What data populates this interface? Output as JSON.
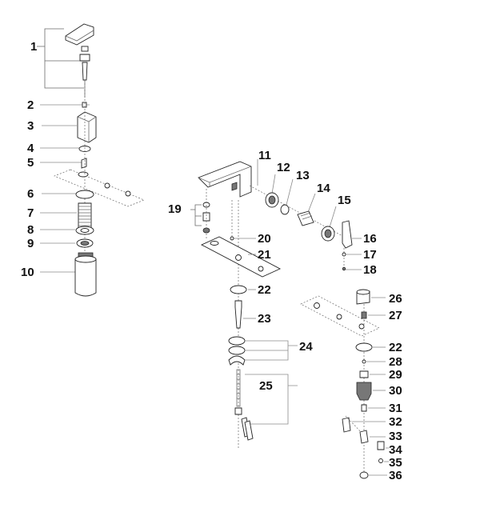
{
  "colors": {
    "line": "#6a6a6a",
    "text": "#111111",
    "part_fill": "#ffffff"
  },
  "callouts": [
    {
      "id": "1",
      "label": "1"
    },
    {
      "id": "2",
      "label": "2"
    },
    {
      "id": "3",
      "label": "3"
    },
    {
      "id": "4",
      "label": "4"
    },
    {
      "id": "5",
      "label": "5"
    },
    {
      "id": "6",
      "label": "6"
    },
    {
      "id": "7",
      "label": "7"
    },
    {
      "id": "8",
      "label": "8"
    },
    {
      "id": "9",
      "label": "9"
    },
    {
      "id": "10",
      "label": "10"
    },
    {
      "id": "11",
      "label": "11"
    },
    {
      "id": "12",
      "label": "12"
    },
    {
      "id": "13",
      "label": "13"
    },
    {
      "id": "14",
      "label": "14"
    },
    {
      "id": "15",
      "label": "15"
    },
    {
      "id": "16",
      "label": "16"
    },
    {
      "id": "17",
      "label": "17"
    },
    {
      "id": "18",
      "label": "18"
    },
    {
      "id": "19",
      "label": "19"
    },
    {
      "id": "20",
      "label": "20"
    },
    {
      "id": "21",
      "label": "21"
    },
    {
      "id": "22a",
      "label": "22"
    },
    {
      "id": "23",
      "label": "23"
    },
    {
      "id": "24",
      "label": "24"
    },
    {
      "id": "25",
      "label": "25"
    },
    {
      "id": "26",
      "label": "26"
    },
    {
      "id": "27",
      "label": "27"
    },
    {
      "id": "22b",
      "label": "22"
    },
    {
      "id": "28",
      "label": "28"
    },
    {
      "id": "29",
      "label": "29"
    },
    {
      "id": "30",
      "label": "30"
    },
    {
      "id": "31",
      "label": "31"
    },
    {
      "id": "32",
      "label": "32"
    },
    {
      "id": "33",
      "label": "33"
    },
    {
      "id": "34",
      "label": "34"
    },
    {
      "id": "35",
      "label": "35"
    },
    {
      "id": "36",
      "label": "36"
    }
  ]
}
